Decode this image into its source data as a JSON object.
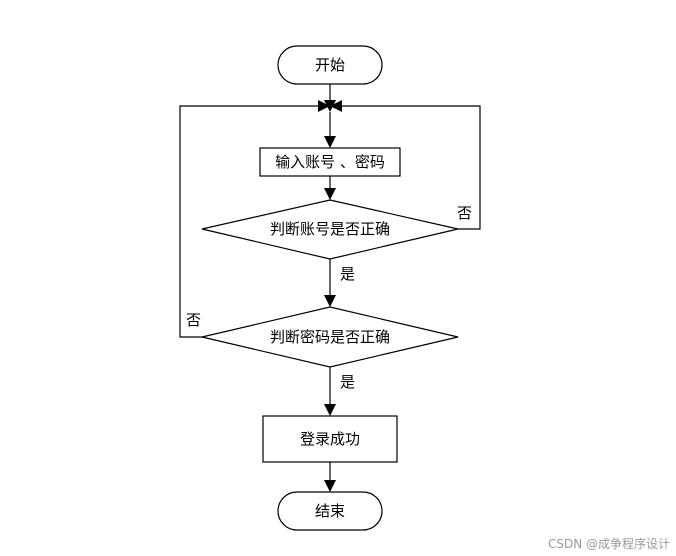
{
  "nodes": {
    "start": "开始",
    "input": "输入账号 、密码",
    "check_account": "判断账号是否正确",
    "check_password": "判断密码是否正确",
    "login_success": "登录成功",
    "end": "结束"
  },
  "edge_labels": {
    "account_no": "否",
    "account_yes": "是",
    "password_no": "否",
    "password_yes": "是"
  },
  "watermark": "CSDN @成争程序设计"
}
